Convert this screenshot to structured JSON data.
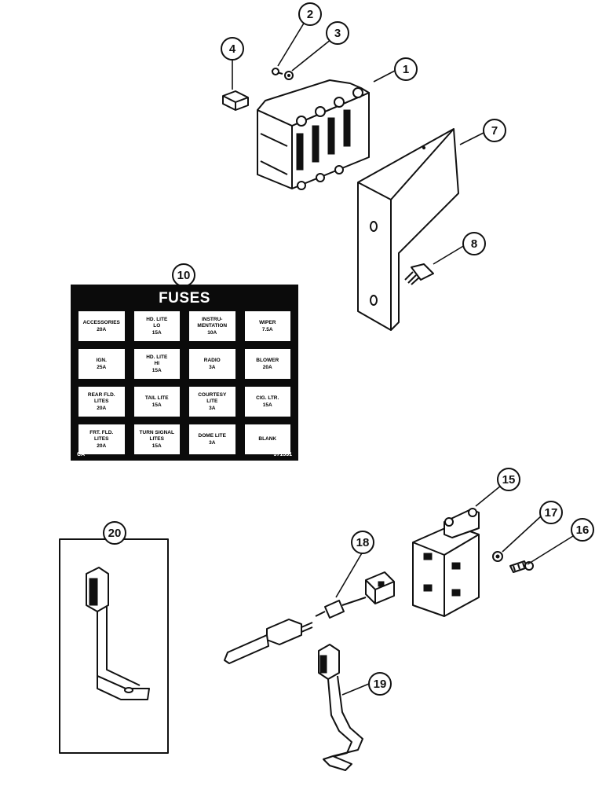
{
  "callouts": {
    "c1": "1",
    "c2": "2",
    "c3": "3",
    "c4": "4",
    "c7": "7",
    "c8": "8",
    "c10": "10",
    "c15": "15",
    "c16": "16",
    "c17": "17",
    "c18": "18",
    "c19": "19",
    "c20": "20"
  },
  "fuse_panel": {
    "title": "FUSES",
    "cells": [
      {
        "label": "ACCESSORIES",
        "amp": "20A"
      },
      {
        "label": "HD. LITE\nLO",
        "amp": "15A"
      },
      {
        "label": "INSTRU-\nMENTATION",
        "amp": "10A"
      },
      {
        "label": "WIPER",
        "amp": "7.5A"
      },
      {
        "label": "IGN.",
        "amp": "25A"
      },
      {
        "label": "HD. LITE\nHI",
        "amp": "15A"
      },
      {
        "label": "RADIO",
        "amp": "3A"
      },
      {
        "label": "BLOWER",
        "amp": "20A"
      },
      {
        "label": "REAR FLD.\nLITES",
        "amp": "20A"
      },
      {
        "label": "TAIL LITE",
        "amp": "15A"
      },
      {
        "label": "COURTESY\nLITE",
        "amp": "3A"
      },
      {
        "label": "CIG. LTR.",
        "amp": "15A"
      },
      {
        "label": "FRT. FLD.\nLITES",
        "amp": "20A"
      },
      {
        "label": "TURN SIGNAL\nLITES",
        "amp": "15A"
      },
      {
        "label": "DOME LITE",
        "amp": "3A"
      },
      {
        "label": "BLANK",
        "amp": ""
      }
    ],
    "footer_left": "CA",
    "footer_right": "J71531"
  }
}
